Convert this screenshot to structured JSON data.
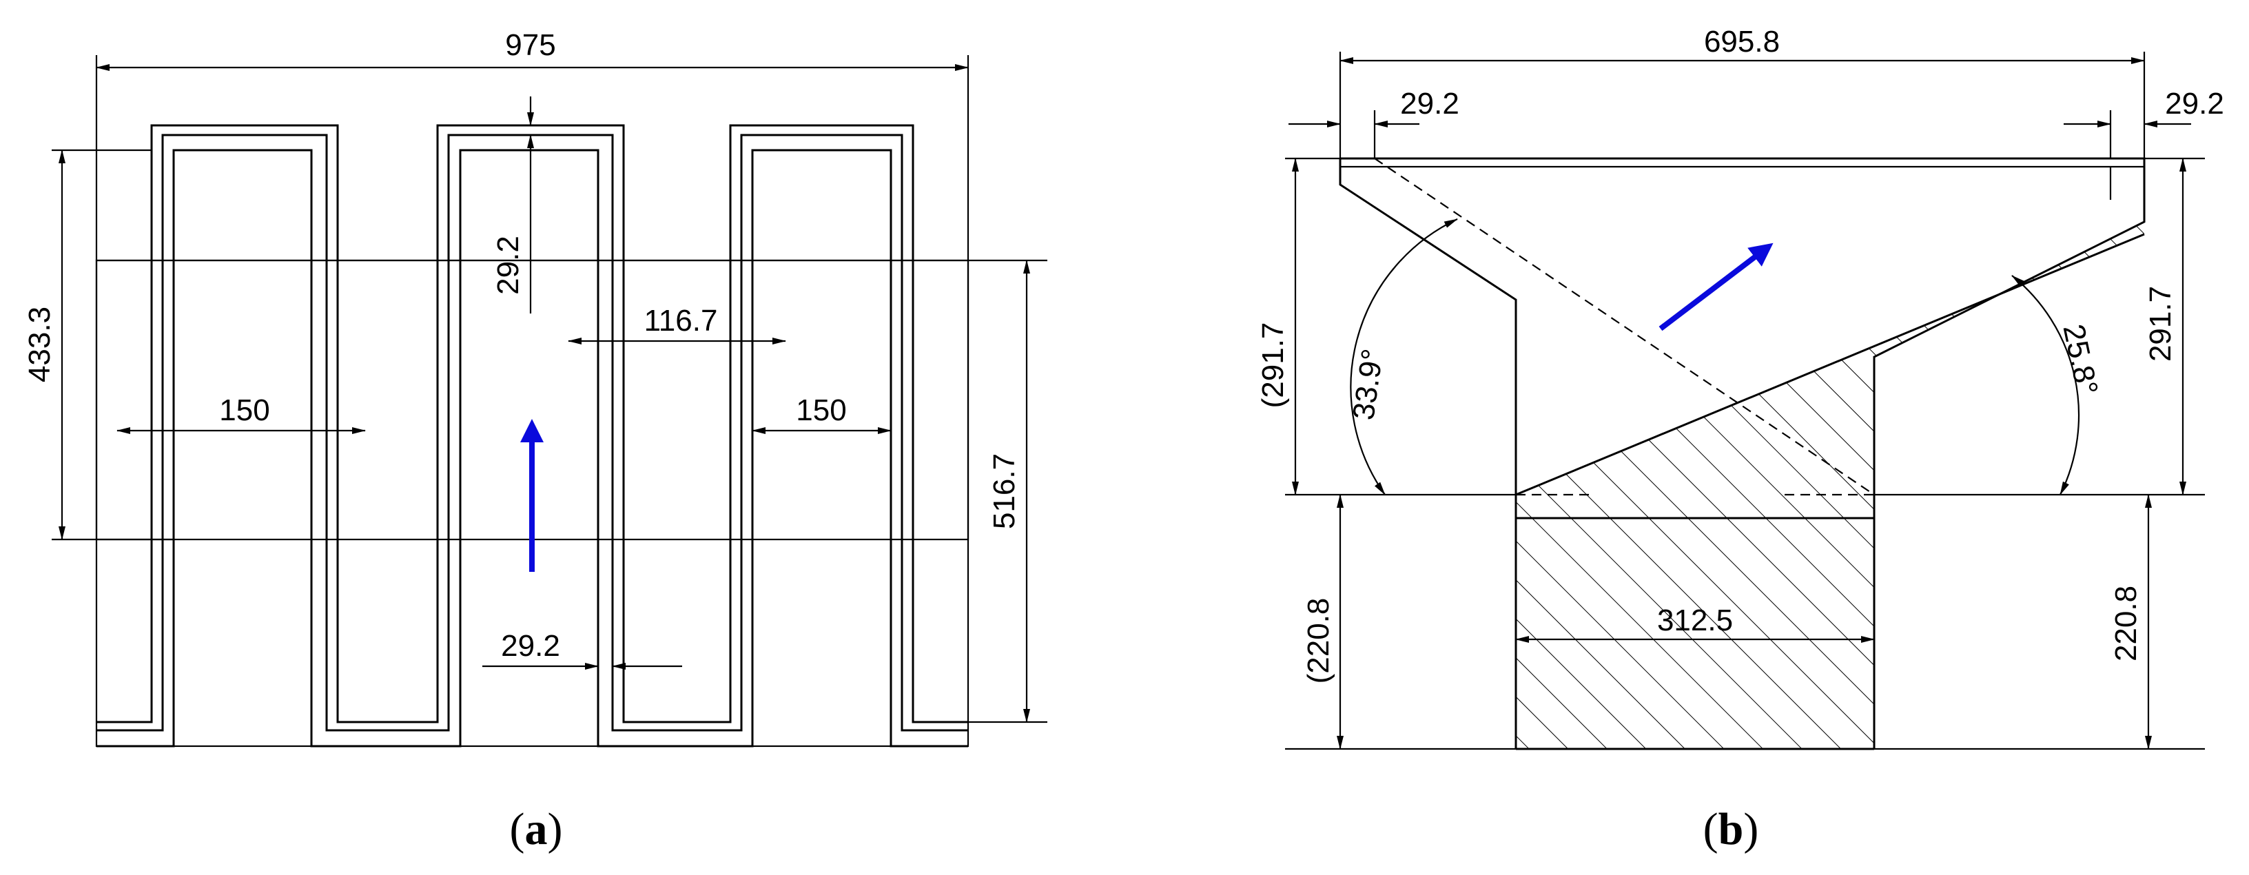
{
  "colors": {
    "line": "#000000",
    "flow_arrow": "#0a0adc",
    "background": "#ffffff"
  },
  "figure_a": {
    "caption_open": "(",
    "caption_letter": "a",
    "caption_close": ")",
    "dimensions": {
      "overall_width": "975",
      "frame_height": "433.3",
      "top_gap": "29.2",
      "channel_width": "116.7",
      "left_slot_width": "150",
      "right_slot_width": "150",
      "bottom_gap": "29.2",
      "overall_height": "516.7"
    },
    "flow_direction_icon": "arrow-up-icon"
  },
  "figure_b": {
    "caption_open": "(",
    "caption_letter": "b",
    "caption_close": ")",
    "dimensions": {
      "overall_width": "695.8",
      "left_offset": "29.2",
      "right_offset": "29.2",
      "left_height": "291.7",
      "right_height": "291.7",
      "left_angle": "33.9°",
      "right_angle": "25.8°",
      "base_width": "312.5",
      "left_base_height": "220.8",
      "right_base_height": "220.8"
    },
    "flow_direction_icon": "arrow-up-right-icon"
  }
}
